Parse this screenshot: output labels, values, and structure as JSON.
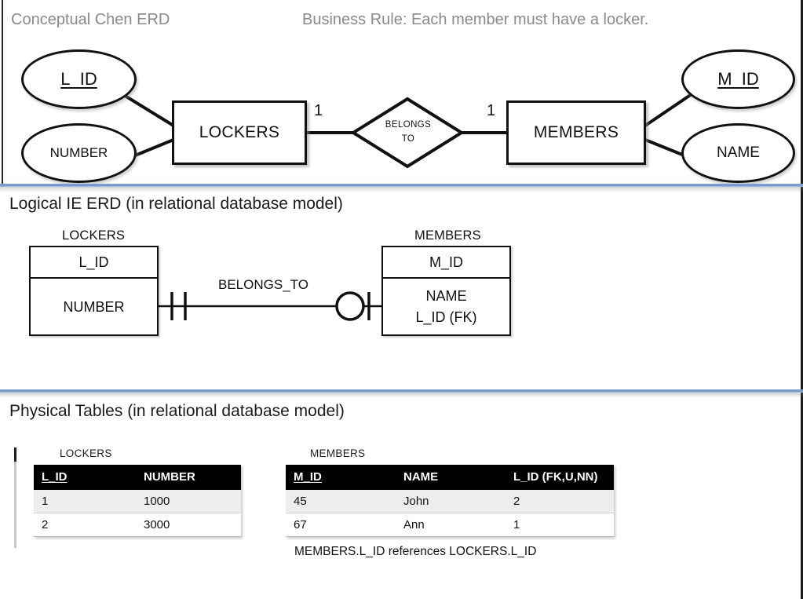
{
  "conceptual": {
    "heading": "Conceptual Chen ERD",
    "business_rule": "Business Rule: Each member must have a locker.",
    "entities": [
      {
        "name": "LOCKERS"
      },
      {
        "name": "MEMBERS"
      }
    ],
    "attributes": [
      {
        "name": "L_ID",
        "entity": "LOCKERS",
        "key": true
      },
      {
        "name": "NUMBER",
        "entity": "LOCKERS",
        "key": false
      },
      {
        "name": "M_ID",
        "entity": "MEMBERS",
        "key": true
      },
      {
        "name": "NAME",
        "entity": "MEMBERS",
        "key": false
      }
    ],
    "relationship": {
      "line1": "BELONGS",
      "line2": "TO",
      "left_cardinality": "1",
      "right_cardinality": "1"
    }
  },
  "logical": {
    "heading": "Logical IE ERD (in relational database model)",
    "relationship_label": "BELONGS_TO",
    "left_entity": {
      "caption": "LOCKERS",
      "pk": "L_ID",
      "attributes": [
        "NUMBER"
      ]
    },
    "right_entity": {
      "caption": "MEMBERS",
      "pk": "M_ID",
      "attributes": [
        "NAME",
        "L_ID (FK)"
      ]
    }
  },
  "physical": {
    "heading": "Physical Tables (in relational database model)",
    "lockers": {
      "caption": "LOCKERS",
      "columns": [
        "L_ID",
        "NUMBER"
      ],
      "rows": [
        [
          "1",
          "1000"
        ],
        [
          "2",
          "3000"
        ]
      ]
    },
    "members": {
      "caption": "MEMBERS",
      "columns": [
        "M_ID",
        "NAME",
        "L_ID (FK,U,NN)"
      ],
      "rows": [
        [
          "45",
          "John",
          "2"
        ],
        [
          "67",
          "Ann",
          "1"
        ]
      ]
    },
    "fk_note": "MEMBERS.L_ID references LOCKERS.L_ID"
  },
  "colors": {
    "divider": "#6b97c9",
    "header_text": "#8a8a8a",
    "table_header_bg": "#000000",
    "table_alt_row": "#ededed"
  }
}
